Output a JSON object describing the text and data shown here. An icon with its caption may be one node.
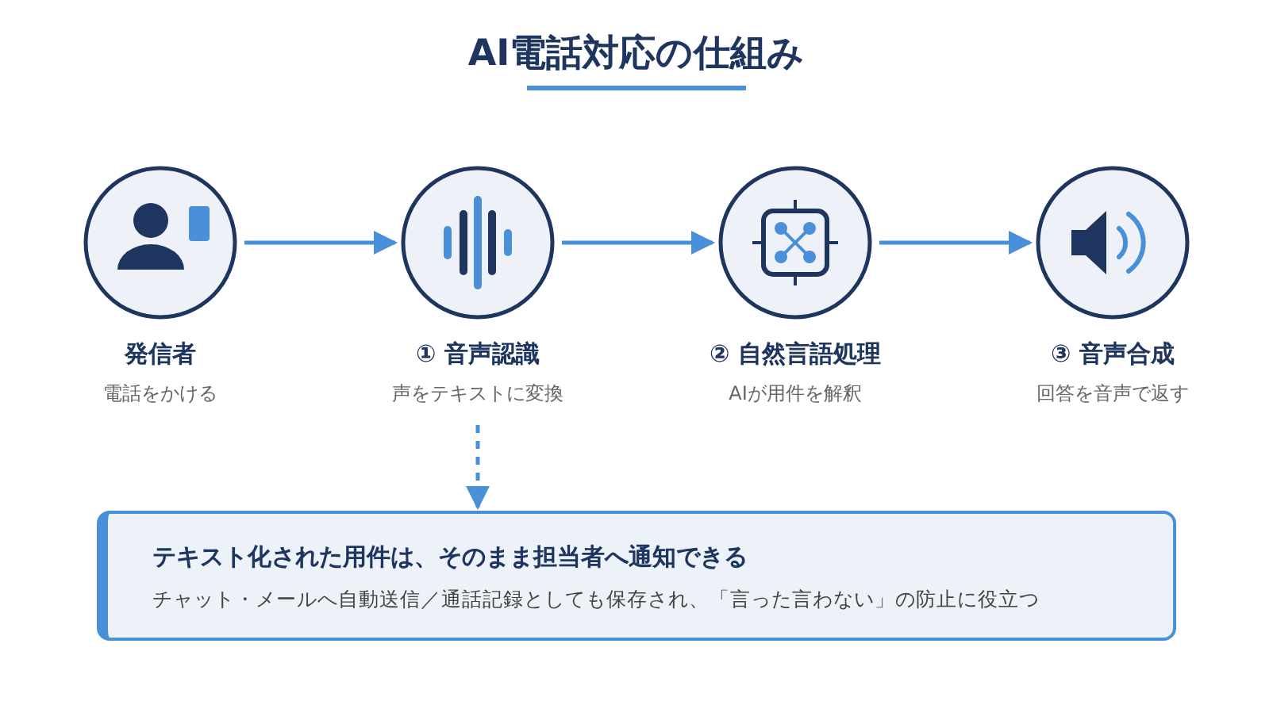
{
  "diagram": {
    "title": "AI電話対応の仕組み",
    "nodes": [
      {
        "text": [
          "発信者",
          "電話をかける"
        ]
      },
      {
        "text": [
          "① 音声認識",
          "声をテキストに変換"
        ]
      },
      {
        "text": [
          "② 自然言語処理",
          "AIが用件を解釈"
        ]
      },
      {
        "text": [
          "③ 音声合成",
          "回答を音声で返す"
        ]
      },
      {
        "text": [
          "テキスト化された用件は、そのまま担当者へ通知できる",
          "チャット・メールへ自動送信／通話記録としても保存され、「言った言わない」の防止に役立つ"
        ]
      }
    ],
    "edges": [
      {
        "from": 0,
        "to": 1,
        "arrow": "to"
      },
      {
        "from": 1,
        "to": 2,
        "arrow": "to"
      },
      {
        "from": 2,
        "to": 3,
        "arrow": "to"
      },
      {
        "from": 1,
        "to": 4,
        "arrow": "to",
        "style": "dashed"
      }
    ]
  }
}
